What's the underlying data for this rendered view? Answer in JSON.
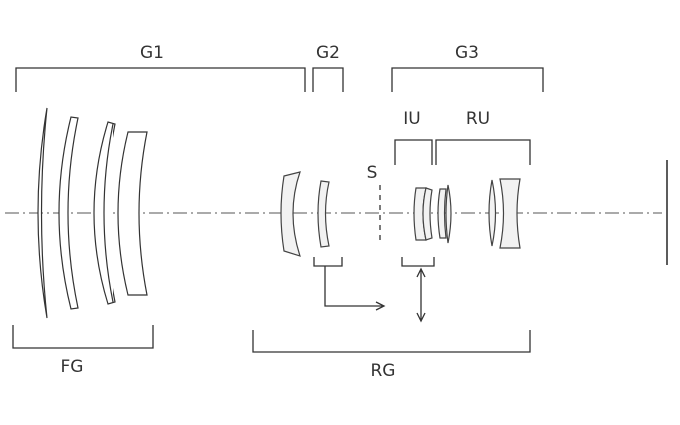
{
  "labels": {
    "g1": "G1",
    "g2": "G2",
    "g3": "G3",
    "iu": "IU",
    "ru": "RU",
    "s": "S",
    "fg": "FG",
    "rg": "RG"
  }
}
